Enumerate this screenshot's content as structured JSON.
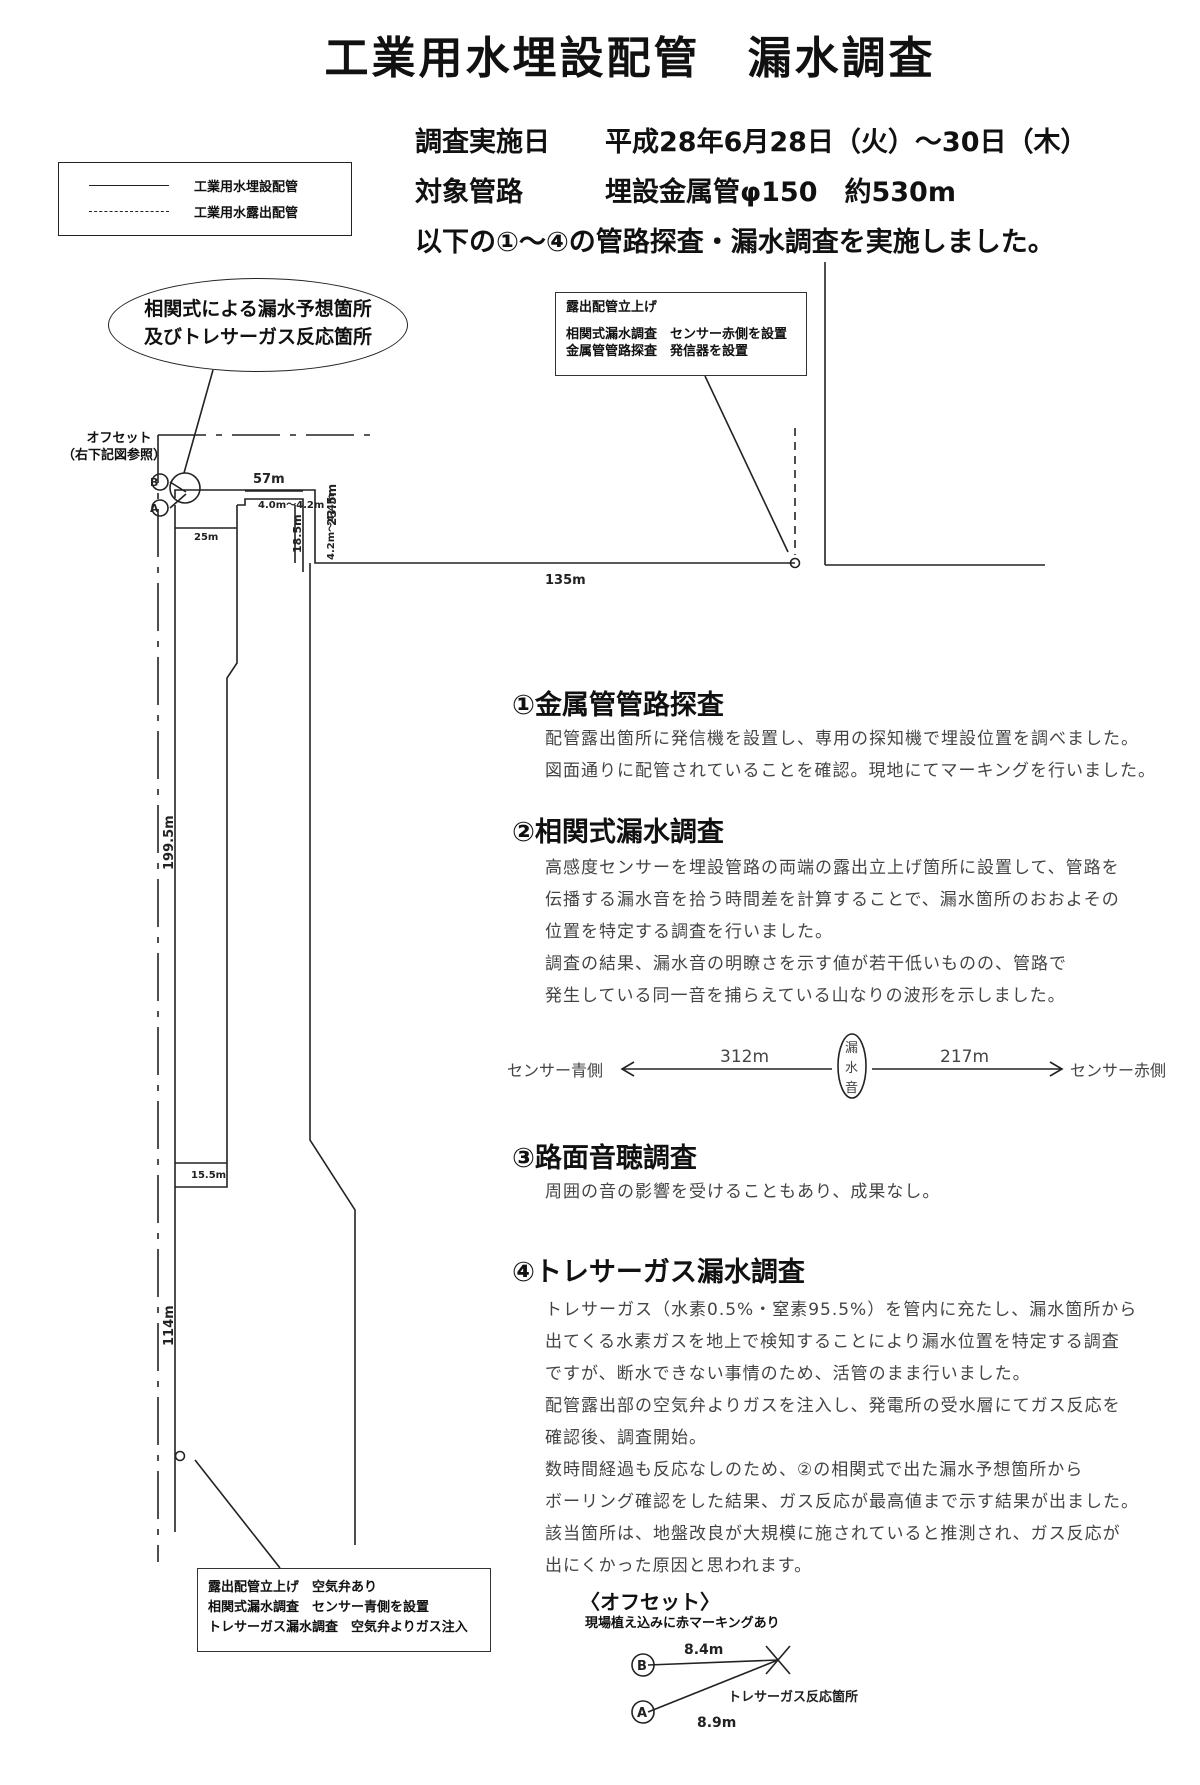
{
  "title": "工業用水埋設配管　漏水調査",
  "info": {
    "date_label": "調査実施日",
    "date_value": "平成28年6月28日（火）～30日（木）",
    "target_label": "対象管路",
    "target_value": "埋設金属管φ150　約530m",
    "summary": "以下の①～④の管路探査・漏水調査を実施しました。"
  },
  "legend": {
    "buried": "工業用水埋設配管",
    "exposed": "工業用水露出配管"
  },
  "callout": [
    "相関式による漏水予想箇所",
    "及びトレサーガス反応箇所"
  ],
  "offset_label": [
    "オフセット",
    "（右下記図参照）"
  ],
  "note_top": [
    "露出配管立上げ",
    "相関式漏水調査　センサー赤側を設置",
    "金属管管路探査　発信器を設置"
  ],
  "note_bottom": [
    "露出配管立上げ　空気弁あり",
    "相関式漏水調査　センサー青側を設置",
    "トレサーガス漏水調査　空気弁よりガス注入"
  ],
  "dims": {
    "d57": "57m",
    "d40_42": "4.0m～4.2m",
    "d25": "25m",
    "d185": "18.5m",
    "d42_44": "4.2m～4.4m",
    "d235": "23.5m",
    "d135": "135m",
    "d1995": "199.5m",
    "d155": "15.5m",
    "d114": "114m"
  },
  "markers": {
    "a": "A",
    "b": "B"
  },
  "sections": [
    {
      "head": "①金属管管路探査",
      "body": [
        "配管露出箇所に発信機を設置し、専用の探知機で埋設位置を調べました。",
        "図面通りに配管されていることを確認。現地にてマーキングを行いました。"
      ]
    },
    {
      "head": "②相関式漏水調査",
      "body": [
        "高感度センサーを埋設管路の両端の露出立上げ箇所に設置して、管路を",
        "伝播する漏水音を拾う時間差を計算することで、漏水箇所のおおよその",
        "位置を特定する調査を行いました。",
        "調査の結果、漏水音の明瞭さを示す値が若干低いものの、管路で",
        "発生している同一音を捕らえている山なりの波形を示しました。"
      ]
    },
    {
      "head": "③路面音聴調査",
      "body": [
        "周囲の音の影響を受けることもあり、成果なし。"
      ]
    },
    {
      "head": "④トレサーガス漏水調査",
      "body": [
        "トレサーガス（水素0.5%・窒素95.5%）を管内に充たし、漏水箇所から",
        "出てくる水素ガスを地上で検知することにより漏水位置を特定する調査",
        "ですが、断水できない事情のため、活管のまま行いました。",
        "配管露出部の空気弁よりガスを注入し、発電所の受水層にてガス反応を",
        "確認後、調査開始。",
        "数時間経過も反応なしのため、②の相関式で出た漏水予想箇所から",
        "ボーリング確認をした結果、ガス反応が最高値まで示す結果が出ました。",
        "該当箇所は、地盤改良が大規模に施されていると推測され、ガス反応が",
        "出にくかった原因と思われます。"
      ]
    }
  ],
  "sensor": {
    "blue": "センサー青側",
    "red": "センサー赤側",
    "left_dist": "312m",
    "right_dist": "217m",
    "leak_chars": [
      "漏",
      "水",
      "音"
    ]
  },
  "offset_diagram": {
    "title": "〈オフセット〉",
    "subtitle": "現場植え込みに赤マーキングあり",
    "b_dist": "8.4m",
    "a_dist": "8.9m",
    "point_label": "トレサーガス反応箇所"
  }
}
